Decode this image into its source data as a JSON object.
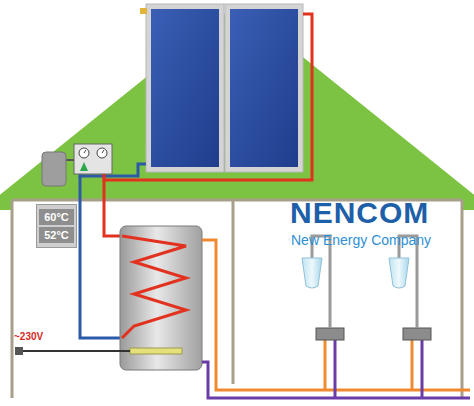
{
  "diagram": {
    "nodes": [
      {
        "text": [
          "60°C",
          "52°C"
        ]
      }
    ],
    "labels": [
      "NENCOM",
      "New Energy Company",
      "~230V"
    ]
  }
}
